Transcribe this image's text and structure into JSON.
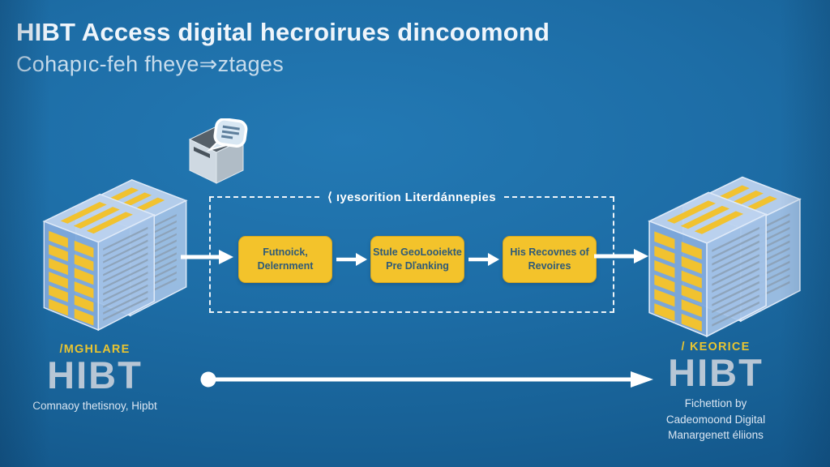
{
  "colors": {
    "background_center": "#2379b4",
    "background_edge": "#115184",
    "accent_yellow": "#f3c32b",
    "step_text": "#2e5a78",
    "brand_name_text": "#b7c6d5",
    "brand_tag_yellow": "#e9c531",
    "line_white": "#ffffff",
    "server_body_blue": "#a3c2e6"
  },
  "header": {
    "title": "HIBT Access digital hecroirues dincoomond",
    "subtitle": "Cohapıc-feh fheye⇒ztages"
  },
  "process": {
    "frame_label": "⟨ ıyesorition Literdánnepies",
    "steps": [
      {
        "line1": "Futnoick,",
        "line2": "Delernment"
      },
      {
        "line1": "Stule GeoLooiekte",
        "line2": "Pre Dľanking"
      },
      {
        "line1": "His Recovnes of",
        "line2": "Revoires"
      }
    ]
  },
  "brand_left": {
    "tag": "/MGHLARE",
    "name": "HIBT",
    "caption": "Comnaoy thetisnoy, Hipbt"
  },
  "brand_right": {
    "tag": "/ KEORICE",
    "name": "HIBT",
    "caption_lines": [
      "Fichettion by",
      "Cadeomoond Digital",
      "Manargenett éliions"
    ]
  }
}
